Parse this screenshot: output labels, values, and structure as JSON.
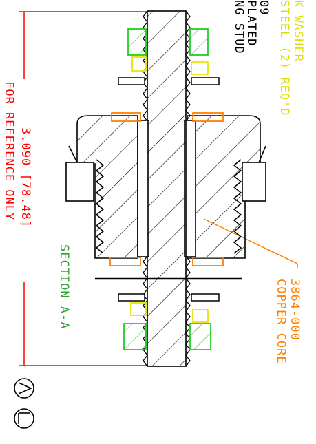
{
  "labels": {
    "dimension_value": "3.090 [78.48]",
    "dimension_note": "FOR REFERENCE ONLY",
    "section_label": "SECTION A-A",
    "callout_part_number": "3864-000",
    "callout_description": "COPPER CORE",
    "washer_line_1": "K WASHER",
    "washer_line_2": "STEEL (2) REQ'D",
    "stud_line_1": "09",
    "stud_line_2": "PLATED",
    "stud_line_3": "NG STUD"
  },
  "colors": {
    "dimension": "#ff0000",
    "section": "#33a033",
    "callout": "#ff8000",
    "washer_note": "#e0e000",
    "outline": "#000000",
    "green_part": "#22cc22",
    "yellow_part": "#e6e600",
    "orange_part": "#ff8000"
  },
  "icons": [
    "triangle-symbol-icon",
    "t-symbol-icon"
  ]
}
